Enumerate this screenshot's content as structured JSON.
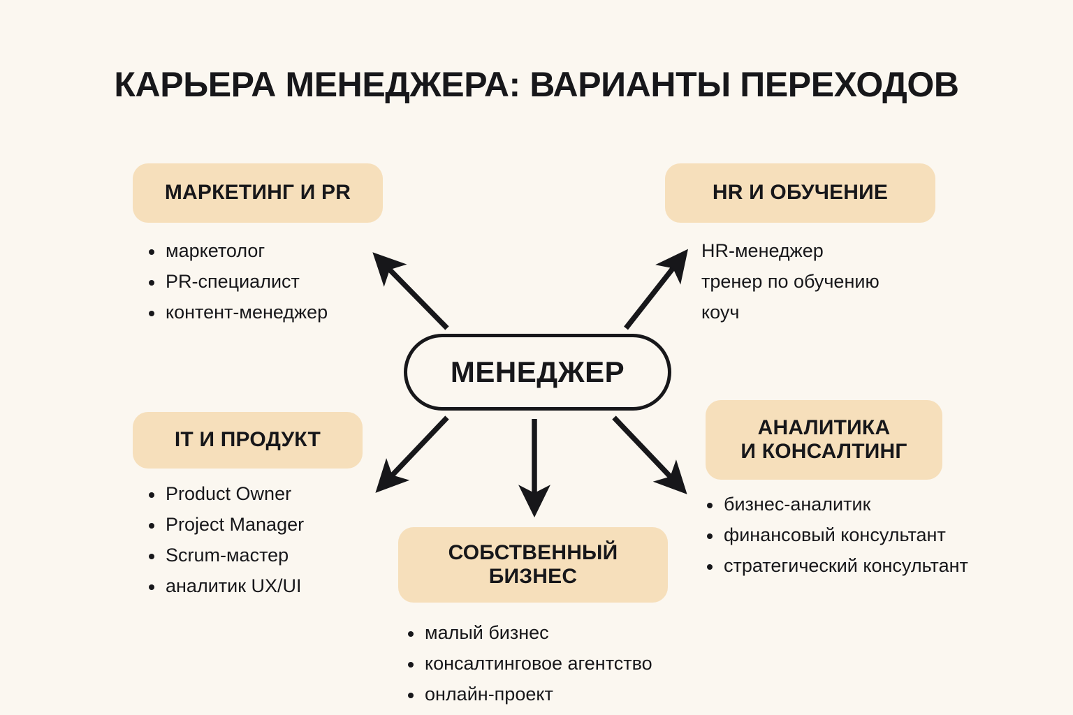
{
  "page": {
    "title": "КАРЬЕРА МЕНЕДЖЕРА: ВАРИАНТЫ ПЕРЕХОДОВ",
    "background_color": "#FBF7F0",
    "badge_color": "#F6DFBB",
    "text_color": "#17171A"
  },
  "center": {
    "label": "МЕНЕДЖЕР"
  },
  "branches": [
    {
      "id": "marketing",
      "badge": "МАРКЕТИНГ И PR",
      "bulleted": true,
      "items": [
        "маркетолог",
        "PR-специалист",
        "контент-менеджер"
      ]
    },
    {
      "id": "hr",
      "badge": "HR И ОБУЧЕНИЕ",
      "bulleted": false,
      "items": [
        "HR-менеджер",
        "тренер по обучению",
        "коуч"
      ]
    },
    {
      "id": "it",
      "badge": "IT И ПРОДУКТ",
      "bulleted": true,
      "items": [
        "Product Owner",
        "Project Manager",
        "Scrum-мастер",
        "аналитик UX/UI"
      ]
    },
    {
      "id": "analytics",
      "badge": "АНАЛИТИКА\nИ КОНСАЛТИНГ",
      "badge_line1": "АНАЛИТИКА",
      "badge_line2": "И КОНСАЛТИНГ",
      "bulleted": true,
      "items": [
        "бизнес-аналитик",
        "финансовый консультант",
        "стратегический консультант"
      ]
    },
    {
      "id": "business",
      "badge": "СОБСТВЕННЫЙ\nБИЗНЕС",
      "badge_line1": "СОБСТВЕННЫЙ",
      "badge_line2": "БИЗНЕС",
      "bulleted": true,
      "items": [
        "малый бизнес",
        "консалтинговое агентство",
        "онлайн-проект"
      ]
    }
  ],
  "arrows": [
    {
      "id": "arrow-to-marketing",
      "direction": "up-left",
      "from": "МЕНЕДЖЕР",
      "to": "МАРКЕТИНГ И PR"
    },
    {
      "id": "arrow-to-hr",
      "direction": "up-right",
      "from": "МЕНЕДЖЕР",
      "to": "HR И ОБУЧЕНИЕ"
    },
    {
      "id": "arrow-to-it",
      "direction": "down-left",
      "from": "МЕНЕДЖЕР",
      "to": "IT И ПРОДУКТ"
    },
    {
      "id": "arrow-to-business",
      "direction": "down",
      "from": "МЕНЕДЖЕР",
      "to": "СОБСТВЕННЫЙ БИЗНЕС"
    },
    {
      "id": "arrow-to-analytics",
      "direction": "down-right",
      "from": "МЕНЕДЖЕР",
      "to": "АНАЛИТИКА И КОНСАЛТИНГ"
    }
  ]
}
